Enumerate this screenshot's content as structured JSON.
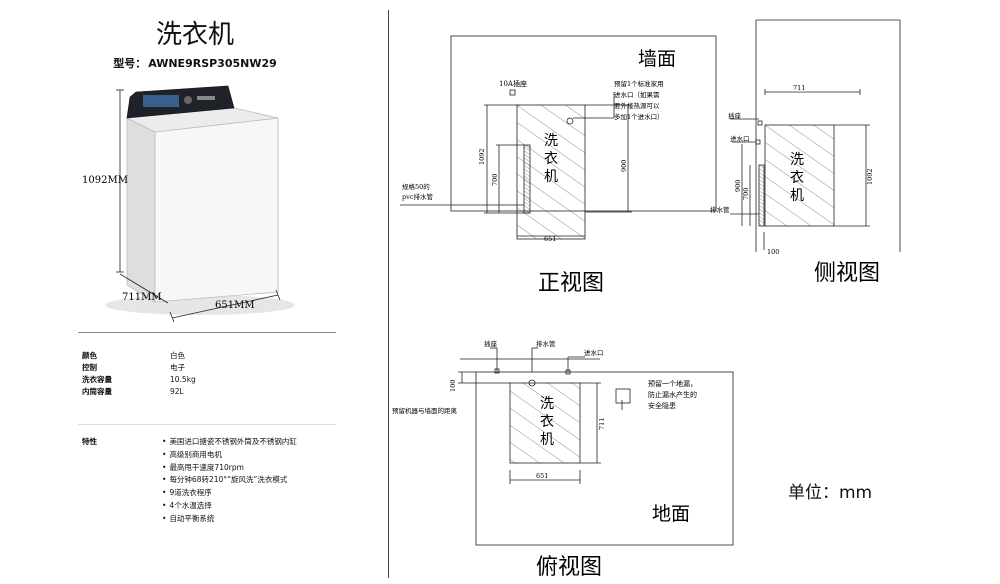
{
  "title": "洗衣机",
  "model": {
    "label": "型号：",
    "value": "AWNE9RSP305NW29"
  },
  "product_dims": {
    "height": "1092MM",
    "depth": "711MM",
    "width": "651MM"
  },
  "specs": [
    {
      "key": "颜色",
      "value": "白色"
    },
    {
      "key": "控制",
      "value": "电子"
    },
    {
      "key": "洗衣容量",
      "value": "10.5kg"
    },
    {
      "key": "内筒容量",
      "value": "92L"
    }
  ],
  "features_label": "特性",
  "features": [
    "美国进口搪瓷不锈钢外筒及不锈钢内缸",
    "高级别商用电机",
    "最高甩干速度710rpm",
    "每分钟68转210°“旋风洗”洗衣模式",
    "9道洗衣程序",
    "4个水温选择",
    "自动平衡系统"
  ],
  "front_view": {
    "wall": "墙面",
    "socket": "10A插座",
    "water_note": [
      "预留1个标准家用",
      "进水口（如果需",
      "要外接热源可以",
      "多加1个进水口）"
    ],
    "drain_note": [
      "规格50的",
      "pvc排水管"
    ],
    "machine": [
      "洗",
      "衣",
      "机"
    ],
    "dim_1092": "1092",
    "dim_700": "700",
    "dim_900": "900",
    "dim_651": "651",
    "label": "正视图"
  },
  "side_view": {
    "dim_711": "711",
    "socket": "插座",
    "water_inlet": "进水口",
    "drain": "排水管",
    "machine": [
      "洗",
      "衣",
      "机"
    ],
    "dim_900": "900",
    "dim_700": "700",
    "dim_1092": "1092",
    "dim_100": "100",
    "label": "侧视图"
  },
  "top_view": {
    "socket": "插座",
    "drain": "排水管",
    "water_inlet": "进水口",
    "dim_100": "100",
    "distance_note": "预留机器与墙面的距离",
    "floor_drain_note": [
      "预留一个地漏，",
      "防止漏水产生的",
      "安全隐患"
    ],
    "machine": [
      "洗",
      "衣",
      "机"
    ],
    "dim_711": "711",
    "dim_651": "651",
    "floor": "地面",
    "label": "俯视图"
  },
  "unit": "单位：mm"
}
